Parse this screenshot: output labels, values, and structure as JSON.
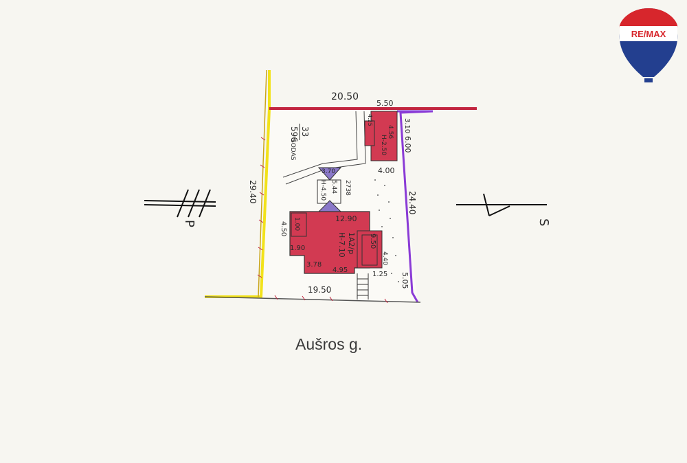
{
  "street_label": "Aušros g.",
  "brand": {
    "name": "RE/MAX",
    "colors": {
      "red": "#d7262c",
      "blue": "#233f8f",
      "white": "#ffffff"
    }
  },
  "colors": {
    "building_fill": "#d23a52",
    "boundary_red": "#c2253f",
    "boundary_yellow": "#f2e21a",
    "boundary_purple": "#8a3bd6",
    "ink": "#2a2a2a",
    "paper": "#f7f6f1"
  },
  "plot_dims": {
    "top": "20.50",
    "top_right": "5.50",
    "left": "29.40",
    "right": "24.40",
    "bottom": "19.50",
    "right_lower": "5.05",
    "right_upper_a": "3.10",
    "right_upper_b": "6.00",
    "inner_400": "4.00",
    "path_125": "1.25"
  },
  "parcel": {
    "numerator": "33",
    "denominator": "596"
  },
  "labels": {
    "sodas": "SODAS",
    "main_building": {
      "w_top": "12.90",
      "w_bottom": "4.95",
      "d_left": "4.50",
      "d_left2": "1.90",
      "d_bottom_left": "3.78",
      "code": "1A2/p",
      "height": "H-7.10"
    },
    "side_block": {
      "a": "9.50",
      "b": "4.40"
    },
    "small_block": {
      "a": "3.70",
      "b": "5.44",
      "code": "2738",
      "h": "H-4.50"
    },
    "ne_shed": {
      "a": "4.56",
      "b": "H-2.50",
      "c": "4.25"
    },
    "left_annex": "1.00"
  },
  "compass": {
    "left_letter": "P",
    "right_letter": "S"
  }
}
